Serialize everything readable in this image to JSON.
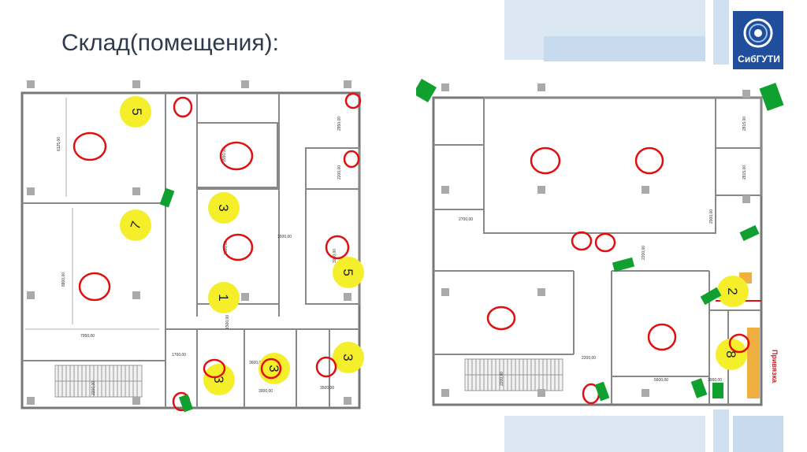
{
  "slide": {
    "title": "Склад(помещения):"
  },
  "logo": {
    "text": "СибГУТИ",
    "color": "#1f4f9c"
  },
  "colors": {
    "camera_marker": "#10a030",
    "circle_marker": "#e01010",
    "zone_badge": "#f5ee2a",
    "deco_blue": "#bfd6ee"
  },
  "plan_left": {
    "zone_badges": [
      "5",
      "7",
      "3",
      "1",
      "5",
      "3",
      "3",
      "3"
    ],
    "dimensions": [
      "6125,00",
      "8800,00",
      "7950,00",
      "3550,00",
      "3500,00",
      "1500,00",
      "2950,00",
      "2200,00",
      "3000,00",
      "1500,00",
      "1700,00",
      "3600,00",
      "3000,00",
      "3500,00",
      "2200,00"
    ]
  },
  "plan_right": {
    "zone_badges": [
      "2",
      "8"
    ],
    "dimensions": [
      "2815,00",
      "2815,00",
      "2000,00",
      "2200,00",
      "2700,00",
      "2200,00",
      "5600,00",
      "3000,00",
      "2200,00"
    ],
    "side_label": "Привязка"
  },
  "icons": {
    "camera": "camera-icon",
    "circle": "circle-marker-icon",
    "column": "column-icon"
  }
}
